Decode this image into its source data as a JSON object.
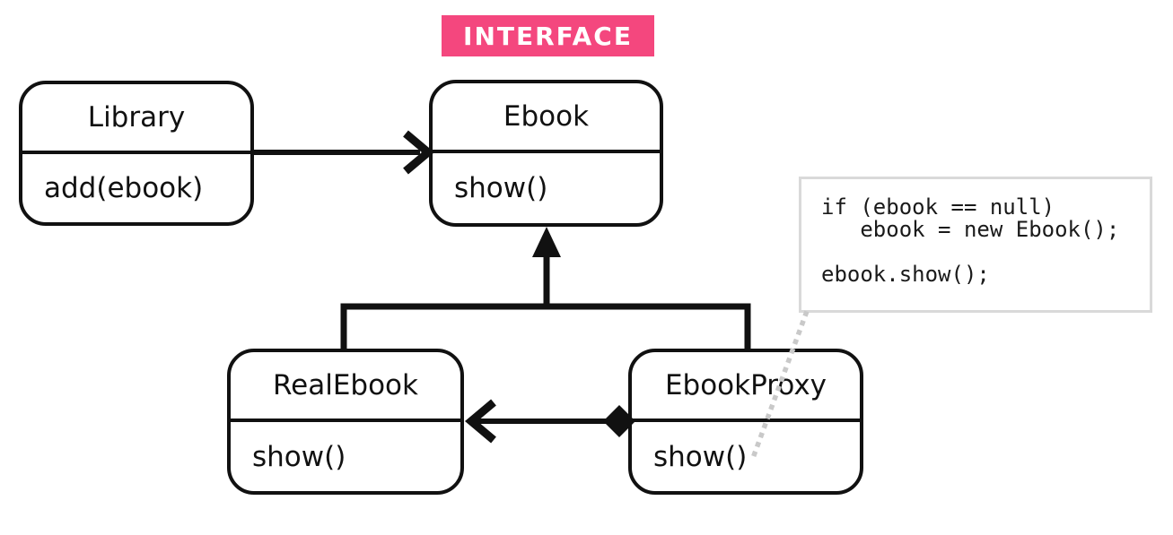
{
  "badge": {
    "label": "INTERFACE"
  },
  "classes": {
    "library": {
      "name": "Library",
      "method": "add(ebook)"
    },
    "ebook": {
      "name": "Ebook",
      "method": "show()"
    },
    "realebook": {
      "name": "RealEbook",
      "method": "show()"
    },
    "ebookproxy": {
      "name": "EbookProxy",
      "method": "show()"
    }
  },
  "code_snippet": {
    "text": "if (ebook == null)\n   ebook = new Ebook();\n\nebook.show();"
  },
  "relationships": [
    {
      "from": "Library",
      "to": "Ebook",
      "type": "association-arrow"
    },
    {
      "from": "RealEbook",
      "to": "Ebook",
      "type": "inheritance"
    },
    {
      "from": "EbookProxy",
      "to": "Ebook",
      "type": "inheritance"
    },
    {
      "from": "EbookProxy",
      "to": "RealEbook",
      "type": "diamond-arrow"
    },
    {
      "from": "code_snippet",
      "to": "EbookProxy.show()",
      "type": "dotted-note-link"
    }
  ],
  "colors": {
    "accent_pink": "#F4477E",
    "line_black": "#111111",
    "note_border_gray": "#d9d9d9",
    "dotted_link_gray": "#c9c9c9"
  }
}
